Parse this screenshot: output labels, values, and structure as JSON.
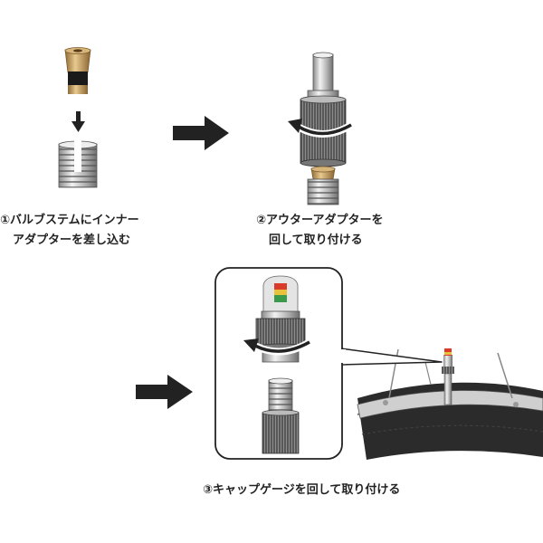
{
  "steps": [
    {
      "line1": "①バルブステムにインナー",
      "line2": "アダプターを差し込む"
    },
    {
      "line1": "②アウターアダプターを",
      "line2": "回して取り付ける"
    },
    {
      "line1": "③キャップゲージを回して取り付ける"
    }
  ],
  "colors": {
    "arrow": "#222222",
    "brass": "#c79a55",
    "chrome": "#b9b9b9",
    "cap_red": "#d93a2a",
    "cap_yellow": "#e8c23a",
    "cap_green": "#3a9a4a",
    "tire": "#2b2b2b"
  },
  "icons": [
    "inner-adapter",
    "valve-stem",
    "outer-adapter",
    "rotate-arrow",
    "cap-gauge",
    "wheel"
  ]
}
